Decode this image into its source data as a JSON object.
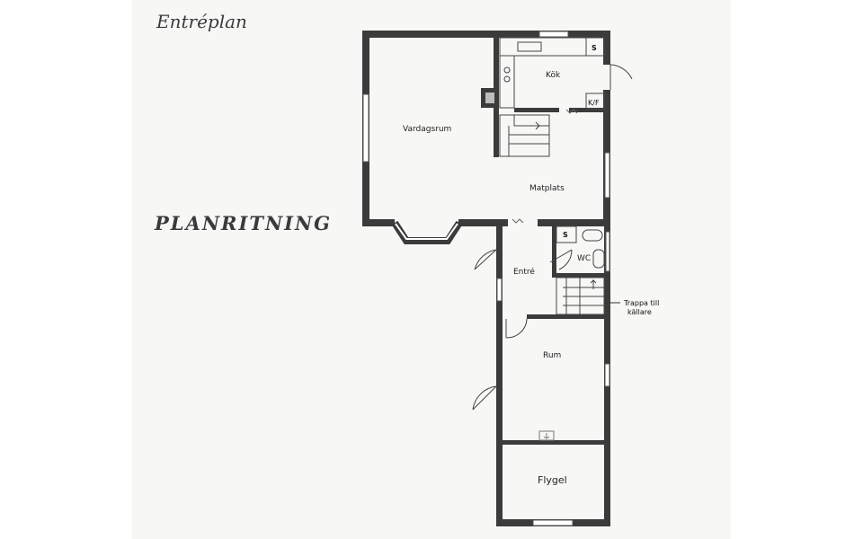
{
  "titles": {
    "entreplan": "Entréplan",
    "planritning": "PLANRITNING"
  },
  "rooms": {
    "vardagsrum": "Vardagsrum",
    "kok": "Kök",
    "matplats": "Matplats",
    "entre": "Entré",
    "wc": "WC",
    "rum": "Rum",
    "flygel": "Flygel"
  },
  "fixtures": {
    "sink_cabinet_kok": "S",
    "fridge_freezer": "K/F",
    "sink_cabinet_wc": "S"
  },
  "annotations": {
    "stairs_line1": "Trappa till",
    "stairs_line2": "källare"
  },
  "colors": {
    "wall": "#3b3b3b",
    "sheet": "#f7f7f6",
    "text": "#222222"
  }
}
